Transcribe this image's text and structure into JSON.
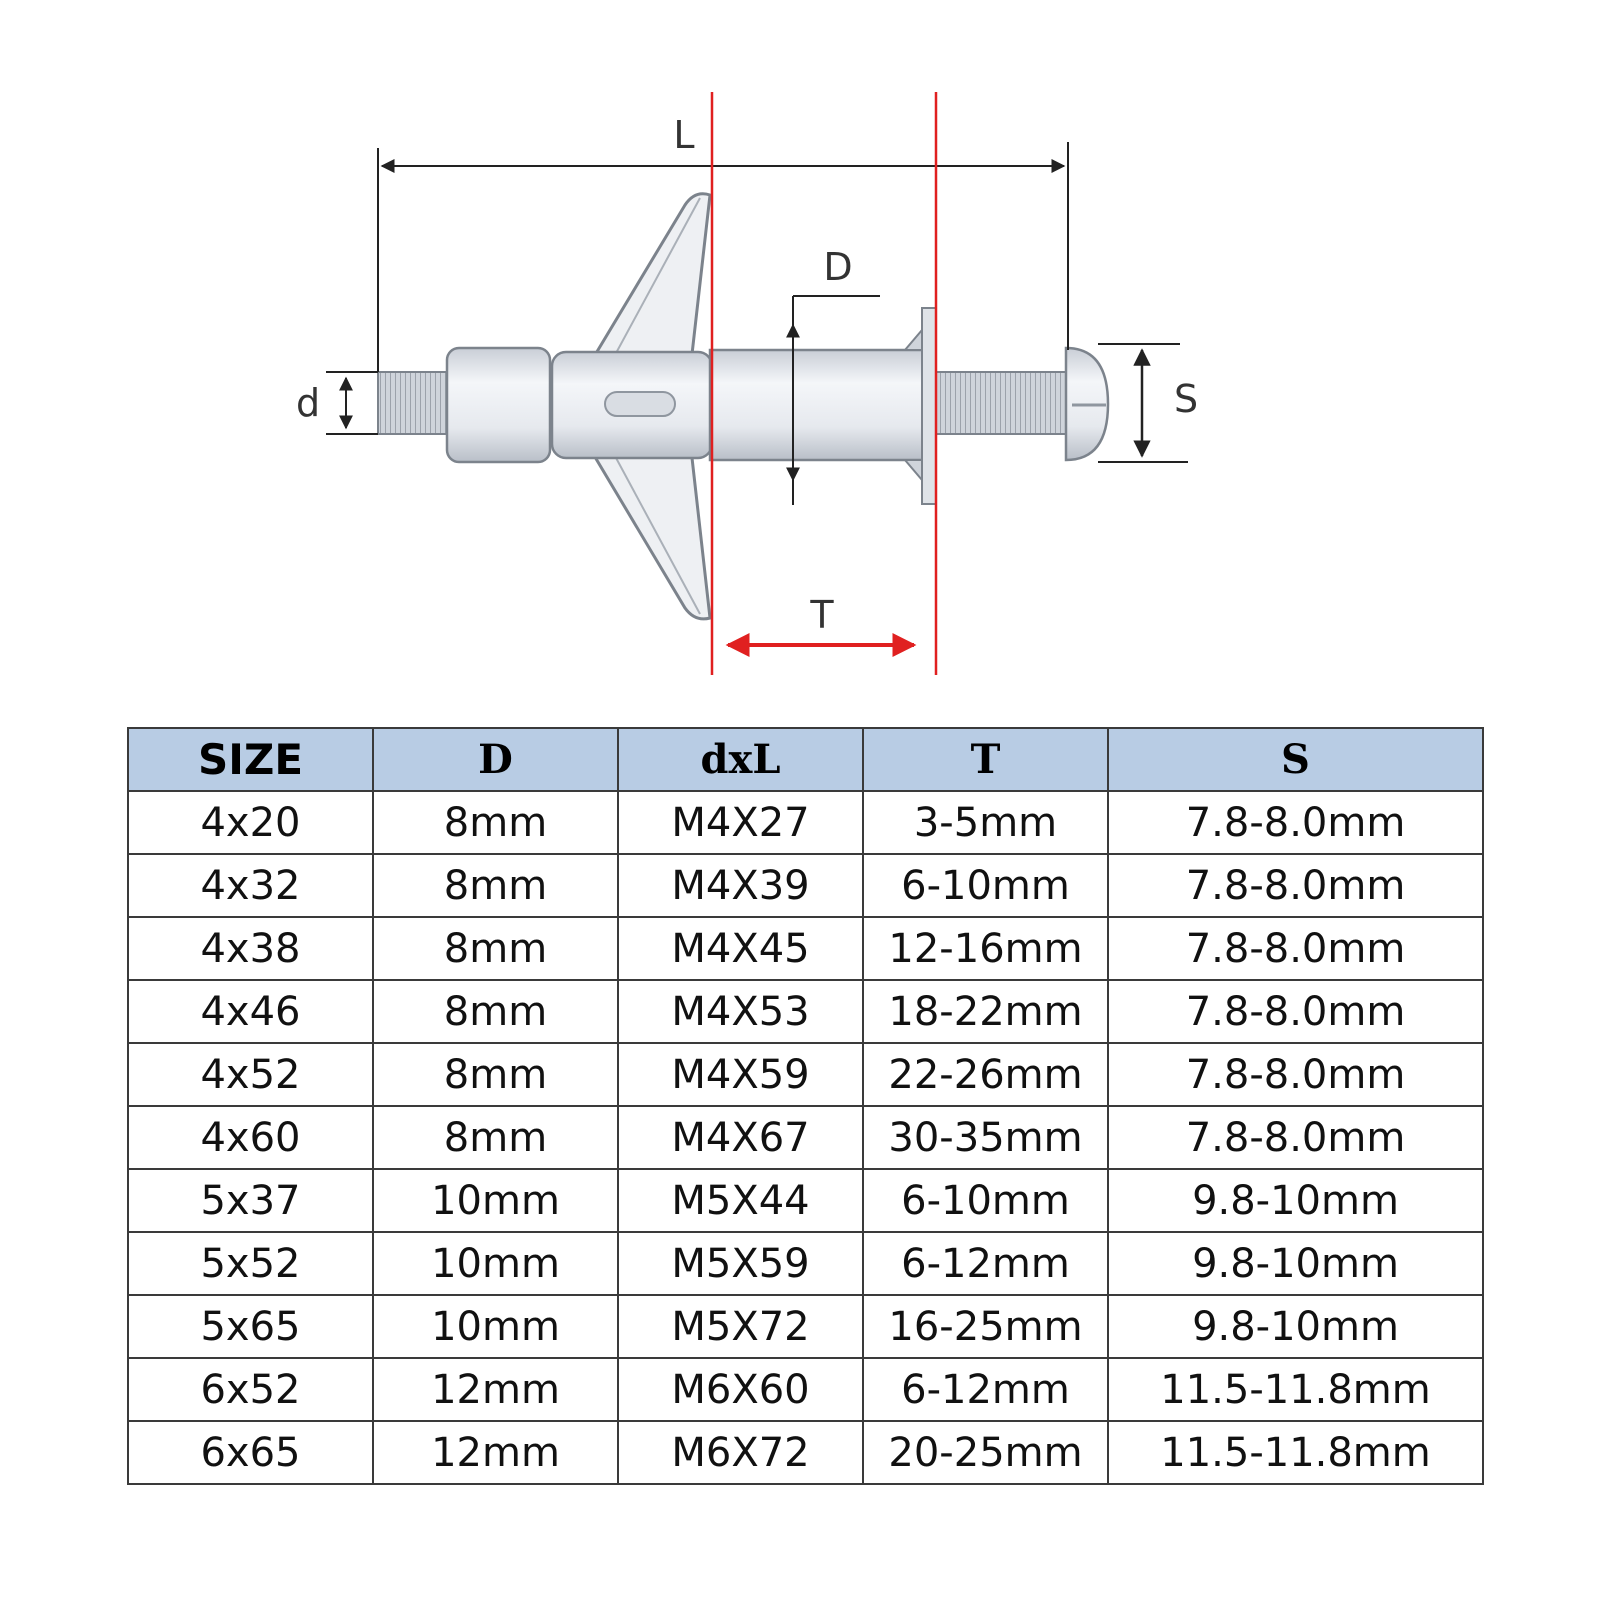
{
  "diagram": {
    "labels": {
      "L": "L",
      "D": "D",
      "d": "d",
      "T": "T",
      "S": "S"
    },
    "colors": {
      "line": "#222222",
      "measure_red": "#e02020",
      "metal": "#e8ebf0"
    }
  },
  "table": {
    "header_bg": "#b8cce4",
    "columns": [
      "SIZE",
      "D",
      "dxL",
      "T",
      "S"
    ],
    "rows": [
      [
        "4x20",
        "8mm",
        "M4X27",
        "3-5mm",
        "7.8-8.0mm"
      ],
      [
        "4x32",
        "8mm",
        "M4X39",
        "6-10mm",
        "7.8-8.0mm"
      ],
      [
        "4x38",
        "8mm",
        "M4X45",
        "12-16mm",
        "7.8-8.0mm"
      ],
      [
        "4x46",
        "8mm",
        "M4X53",
        "18-22mm",
        "7.8-8.0mm"
      ],
      [
        "4x52",
        "8mm",
        "M4X59",
        "22-26mm",
        "7.8-8.0mm"
      ],
      [
        "4x60",
        "8mm",
        "M4X67",
        "30-35mm",
        "7.8-8.0mm"
      ],
      [
        "5x37",
        "10mm",
        "M5X44",
        "6-10mm",
        "9.8-10mm"
      ],
      [
        "5x52",
        "10mm",
        "M5X59",
        "6-12mm",
        "9.8-10mm"
      ],
      [
        "5x65",
        "10mm",
        "M5X72",
        "16-25mm",
        "9.8-10mm"
      ],
      [
        "6x52",
        "12mm",
        "M6X60",
        "6-12mm",
        "11.5-11.8mm"
      ],
      [
        "6x65",
        "12mm",
        "M6X72",
        "20-25mm",
        "11.5-11.8mm"
      ]
    ]
  }
}
